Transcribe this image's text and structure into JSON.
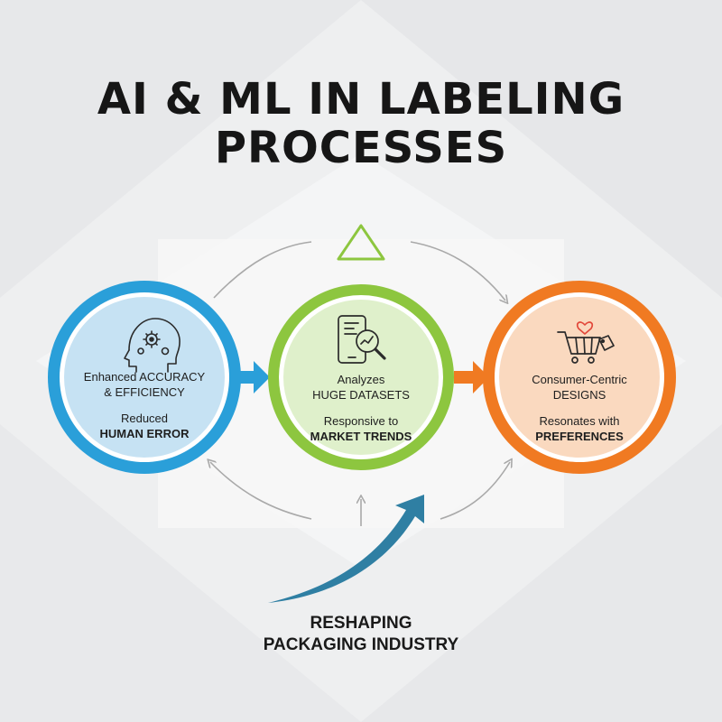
{
  "title": {
    "line1": "AI & ML IN LABELING",
    "line2": "PROCESSES"
  },
  "colors": {
    "blue": "#2a9fd9",
    "green": "#8dc63f",
    "orange": "#f07a22",
    "arrow_gray": "#a9a9a9",
    "big_arrow": "#2f7fa3"
  },
  "circles": [
    {
      "icon": "brain-gears-icon",
      "heading1": "Enhanced ACCURACY",
      "heading2": "& EFFICIENCY",
      "sub1": "Reduced",
      "sub2": "HUMAN ERROR"
    },
    {
      "icon": "phone-magnifier-icon",
      "heading1": "Analyzes",
      "heading2": "HUGE DATASETS",
      "sub1": "Responsive to",
      "sub2": "MARKET TRENDS"
    },
    {
      "icon": "cart-heart-tag-icon",
      "heading1": "Consumer-Centric",
      "heading2": "DESIGNS",
      "sub1": "Resonates with",
      "sub2": "PREFERENCES"
    }
  ],
  "footer": {
    "line1": "RESHAPING",
    "line2": "PACKAGING INDUSTRY"
  }
}
